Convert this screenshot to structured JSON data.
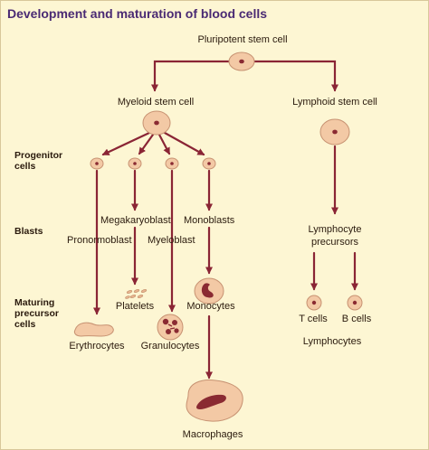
{
  "title": "Development and maturation of blood cells",
  "row_labels": {
    "progenitor": "Progenitor cells",
    "blasts": "Blasts",
    "maturing": "Maturing precursor cells"
  },
  "cells": {
    "pluripotent": "Pluripotent stem cell",
    "myeloid": "Myeloid stem cell",
    "lymphoid": "Lymphoid stem cell",
    "megakaryoblast": "Megakaryoblast",
    "monoblasts": "Monoblasts",
    "pronormoblast": "Pronormoblast",
    "myeloblast": "Myeloblast",
    "lymphocyte_precursors_line1": "Lymphocyte",
    "lymphocyte_precursors_line2": "precursors",
    "platelets": "Platelets",
    "monocytes": "Monocytes",
    "t_cells": "T cells",
    "b_cells": "B cells",
    "erythrocytes": "Erythrocytes",
    "granulocytes": "Granulocytes",
    "lymphocytes": "Lymphocytes",
    "macrophages": "Macrophages"
  },
  "colors": {
    "background": "#fdf6d3",
    "arrow": "#8a2535",
    "title": "#4a2a73",
    "cell_fill": "#f3c9a5",
    "cell_stroke": "#c79272",
    "nucleus": "#8a2a32",
    "border": "#d8c79a"
  }
}
